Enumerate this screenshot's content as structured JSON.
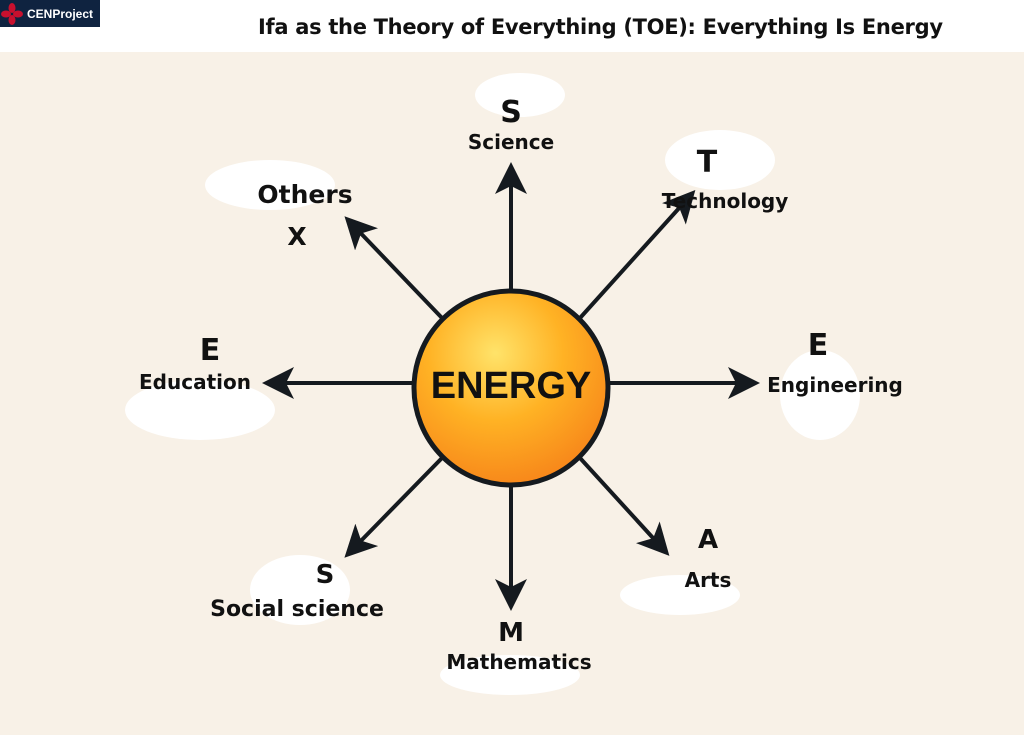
{
  "logo": {
    "text": "CENProject"
  },
  "title": "Ifa as the Theory of Everything (TOE): Everything Is Energy",
  "center": {
    "label": "ENERGY"
  },
  "branches": [
    {
      "letter": "S",
      "label": "Science"
    },
    {
      "letter": "T",
      "label": "Technology"
    },
    {
      "letter": "E",
      "label": "Engineering"
    },
    {
      "letter": "A",
      "label": "Arts"
    },
    {
      "letter": "M",
      "label": "Mathematics"
    },
    {
      "letter": "S",
      "label": "Social science"
    },
    {
      "letter": "E",
      "label": "Education"
    },
    {
      "letter": "X",
      "label": "Others"
    }
  ]
}
